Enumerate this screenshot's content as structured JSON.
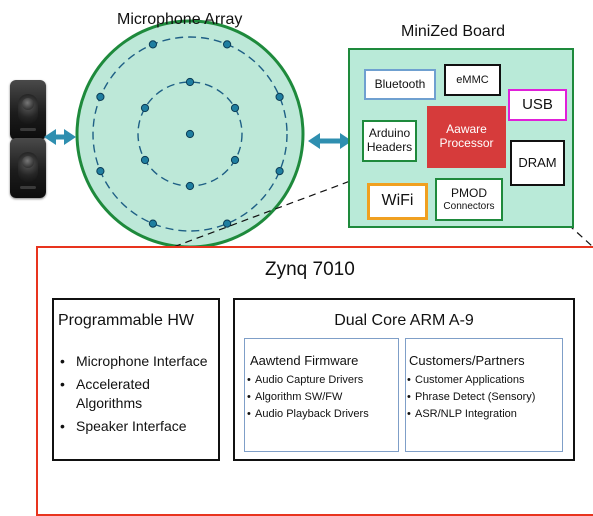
{
  "titles": {
    "mic_array": "Microphone Array",
    "board": "MiniZed Board"
  },
  "board_blocks": {
    "bluetooth": "Bluetooth",
    "emmc": "eMMC",
    "usb": "USB",
    "arduino": "Arduino Headers",
    "processor": "Aaware Processor",
    "dram": "DRAM",
    "wifi": "WiFi",
    "pmod_line1": "PMOD",
    "pmod_line2": "Connectors"
  },
  "zynq": {
    "title": "Zynq 7010",
    "programmable": {
      "title": "Programmable HW",
      "items": [
        "Microphone Interface",
        "Accelerated Algorithms",
        "Speaker Interface"
      ]
    },
    "arm": {
      "title": "Dual Core ARM A-9",
      "firmware": {
        "title": "Aawtend Firmware",
        "items": [
          "Audio Capture Drivers",
          "Algorithm SW/FW",
          "Audio Playback Drivers"
        ]
      },
      "customers": {
        "title": "Customers/Partners",
        "items": [
          "Customer Applications",
          "Phrase Detect (Sensory)",
          "ASR/NLP Integration"
        ]
      }
    }
  },
  "icons": {
    "speaker": "speaker-icon",
    "arrow": "double-arrow-icon",
    "microphone": "microphone-dot-icon"
  },
  "colors": {
    "board_fill": "#b9ead8",
    "board_border": "#1e8a3c",
    "mic_fill": "#bde8d8",
    "mic_border": "#1e8a3c",
    "mic_dot": "#1f7ea0",
    "arrow": "#2f8fb0",
    "zynq_border": "#e8341e",
    "processor": "#d63b3b",
    "usb_border": "#e020d8",
    "wifi_border": "#f0a020",
    "bluetooth_border": "#6fa0d0",
    "sub_border": "#7f9fc8"
  }
}
